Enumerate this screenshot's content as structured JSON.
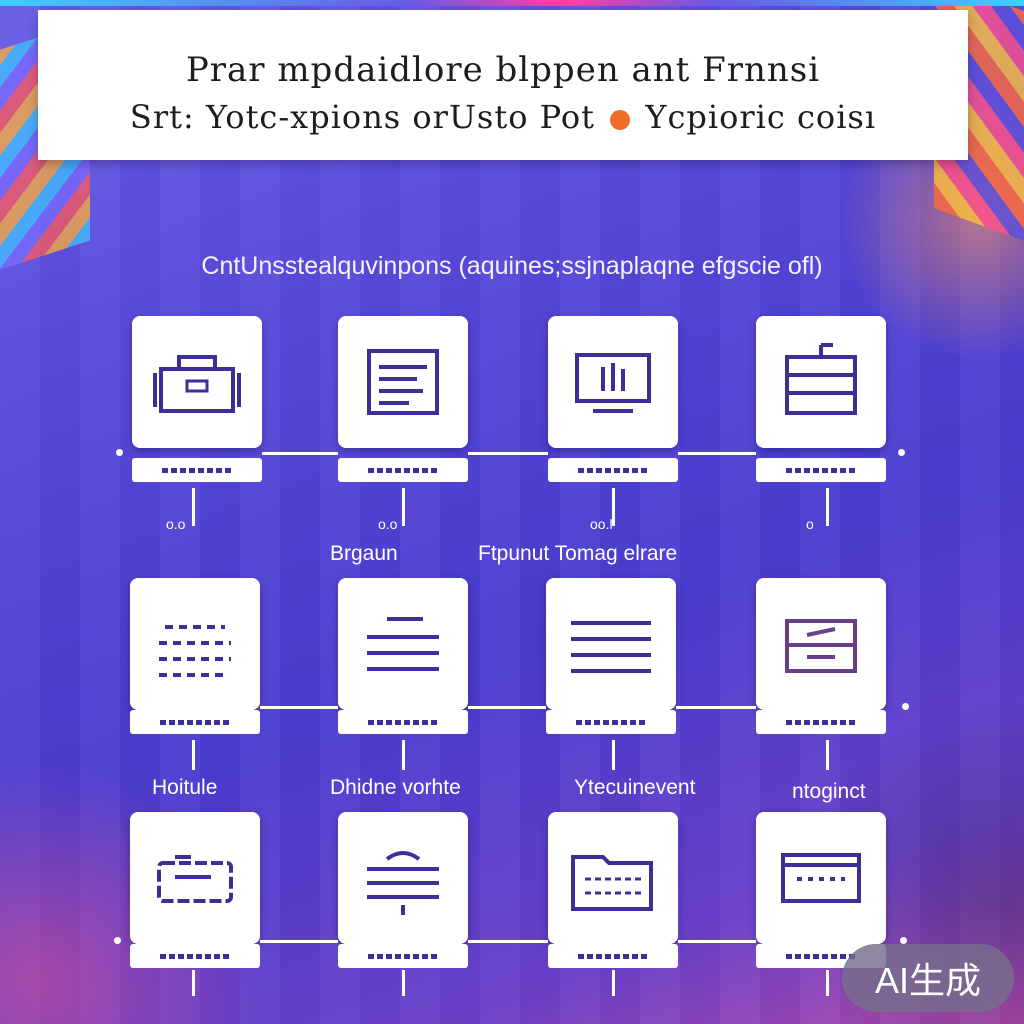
{
  "header": {
    "line1": "Prar mpdaidlore blppen ant Frnnsi",
    "line2_before": "Srt: Yotc-xpions orUsto Pot",
    "line2_after": "Ycpioric coisı"
  },
  "subtitle": "CntUnsstealquvinpons (aquines;ssjnaplaqne efgscie ofl)",
  "row_labels": {
    "row2_a": "Brgaun",
    "row2_b": "Ftpunut Tomag elrare",
    "row3_a": "Hoitule",
    "row3_b": "Dhidne vorhte",
    "row3_c": "Ytecuinevent",
    "row3_d": "ntoginct"
  },
  "small_texts": [
    "o.o",
    "o.o",
    "oo.l",
    "o"
  ],
  "nodes": [
    {
      "icon": "briefcase-icon"
    },
    {
      "icon": "document-list-icon"
    },
    {
      "icon": "monitor-chart-icon"
    },
    {
      "icon": "server-rack-icon"
    },
    {
      "icon": "dotted-grid-icon"
    },
    {
      "icon": "text-lines-icon"
    },
    {
      "icon": "list-document-icon"
    },
    {
      "icon": "tray-box-icon"
    },
    {
      "icon": "card-icon"
    },
    {
      "icon": "stacked-lines-icon"
    },
    {
      "icon": "folder-chart-icon"
    },
    {
      "icon": "display-panel-icon"
    }
  ],
  "colors": {
    "background_primary": "#5546d8",
    "card": "#ffffff",
    "icon_stroke": "#3b2f9a",
    "accent_dot": "#f06a2a"
  },
  "badge": {
    "label": "AI生成"
  }
}
